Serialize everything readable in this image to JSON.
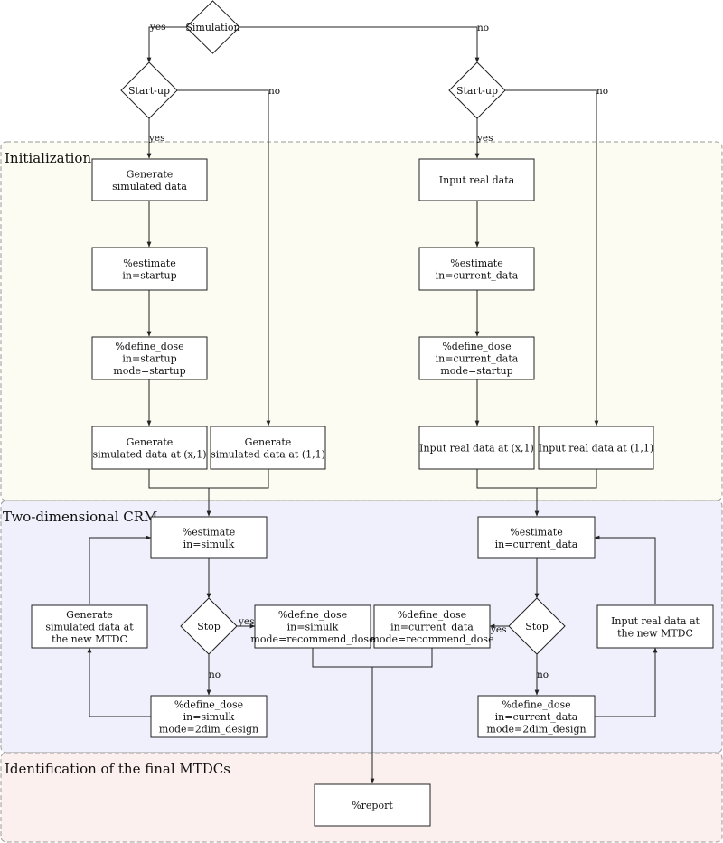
{
  "colors": {
    "region_initialization": "#fcfcf2",
    "region_crm": "#eff0fb",
    "region_identification": "#fcf0ef",
    "stroke": "#222222"
  },
  "regions": {
    "initialization": "Initialization",
    "crm": "Two-dimensional CRM",
    "identification": "Identification of the final MTDCs"
  },
  "nodes": {
    "simulation": [
      "Simulation"
    ],
    "startup_left": [
      "Start-up"
    ],
    "startup_right": [
      "Start-up"
    ],
    "generate_sim": [
      "Generate",
      "simulated data"
    ],
    "input_real": [
      "Input real data"
    ],
    "estimate_startup": [
      "%estimate",
      "in=startup"
    ],
    "estimate_current_init": [
      "%estimate",
      "in=current_data"
    ],
    "define_startup": [
      "%define_dose",
      "in=startup",
      "mode=startup"
    ],
    "define_current_startup": [
      "%define_dose",
      "in=current_data",
      "mode=startup"
    ],
    "generate_x1": [
      "Generate",
      "simulated data at (x,1)"
    ],
    "generate_11": [
      "Generate",
      "simulated data at (1,1)"
    ],
    "input_x1": [
      "Input real data at (x,1)"
    ],
    "input_11": [
      "Input real data at (1,1)"
    ],
    "estimate_simulk": [
      "%estimate",
      "in=simulk"
    ],
    "estimate_current_crm": [
      "%estimate",
      "in=current_data"
    ],
    "generate_new_mtdc": [
      "Generate",
      "simulated data at",
      "the new MTDC"
    ],
    "input_new_mtdc": [
      "Input real data at",
      "the new MTDC"
    ],
    "stop_left": [
      "Stop"
    ],
    "stop_right": [
      "Stop"
    ],
    "recommend_simulk": [
      "%define_dose",
      "in=simulk",
      "mode=recommend_dose"
    ],
    "recommend_current": [
      "%define_dose",
      "in=current_data",
      "mode=recommend_dose"
    ],
    "design_simulk": [
      "%define_dose",
      "in=simulk",
      "mode=2dim_design"
    ],
    "design_current": [
      "%define_dose",
      "in=current_data",
      "mode=2dim_design"
    ],
    "report": [
      "%report"
    ]
  },
  "edge_labels": {
    "sim_yes": "yes",
    "sim_no": "no",
    "startup_left_yes": "yes",
    "startup_left_no": "no",
    "startup_right_yes": "yes",
    "startup_right_no": "no",
    "stop_left_yes": "yes",
    "stop_left_no": "no",
    "stop_right_yes": "yes",
    "stop_right_no": "no"
  }
}
